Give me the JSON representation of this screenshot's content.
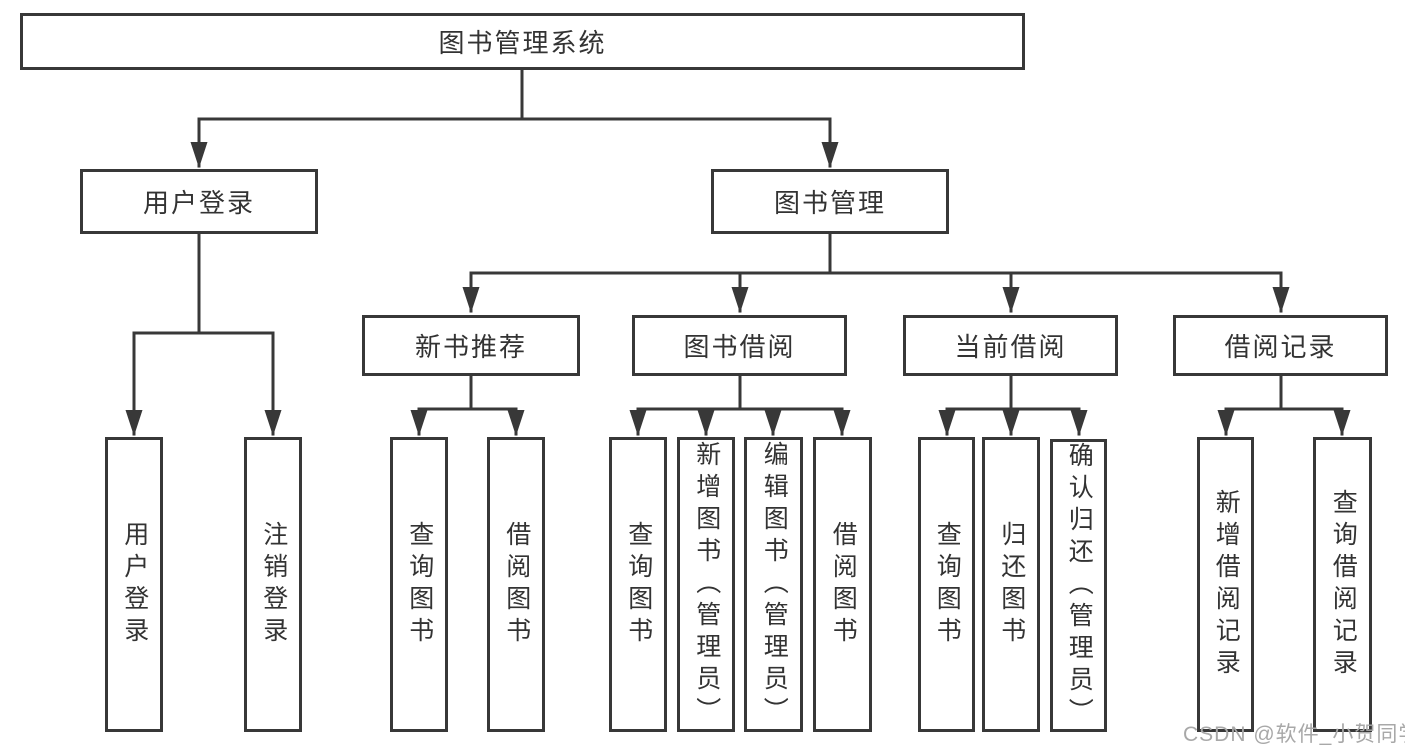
{
  "title": "图书管理系统",
  "watermark": "CSDN @软件_小贺同学",
  "colors": {
    "box_border": "#383838",
    "connector_line": "#383838",
    "text": "#333333",
    "background": "#ffffff",
    "watermark_text": "#a8a8a8"
  },
  "tree": {
    "label": "图书管理系统",
    "children": [
      {
        "label": "用户登录",
        "children": [
          {
            "label": "用户登录"
          },
          {
            "label": "注销登录"
          }
        ]
      },
      {
        "label": "图书管理",
        "children": [
          {
            "label": "新书推荐",
            "children": [
              {
                "label": "查询图书"
              },
              {
                "label": "借阅图书"
              }
            ]
          },
          {
            "label": "图书借阅",
            "children": [
              {
                "label": "查询图书"
              },
              {
                "label": "新增图书（管理员）"
              },
              {
                "label": "编辑图书（管理员）"
              },
              {
                "label": "借阅图书"
              }
            ]
          },
          {
            "label": "当前借阅",
            "children": [
              {
                "label": "查询图书"
              },
              {
                "label": "归还图书"
              },
              {
                "label": "确认归还（管理员）"
              }
            ]
          },
          {
            "label": "借阅记录",
            "children": [
              {
                "label": "新增借阅记录"
              },
              {
                "label": "查询借阅记录"
              }
            ]
          }
        ]
      }
    ]
  }
}
